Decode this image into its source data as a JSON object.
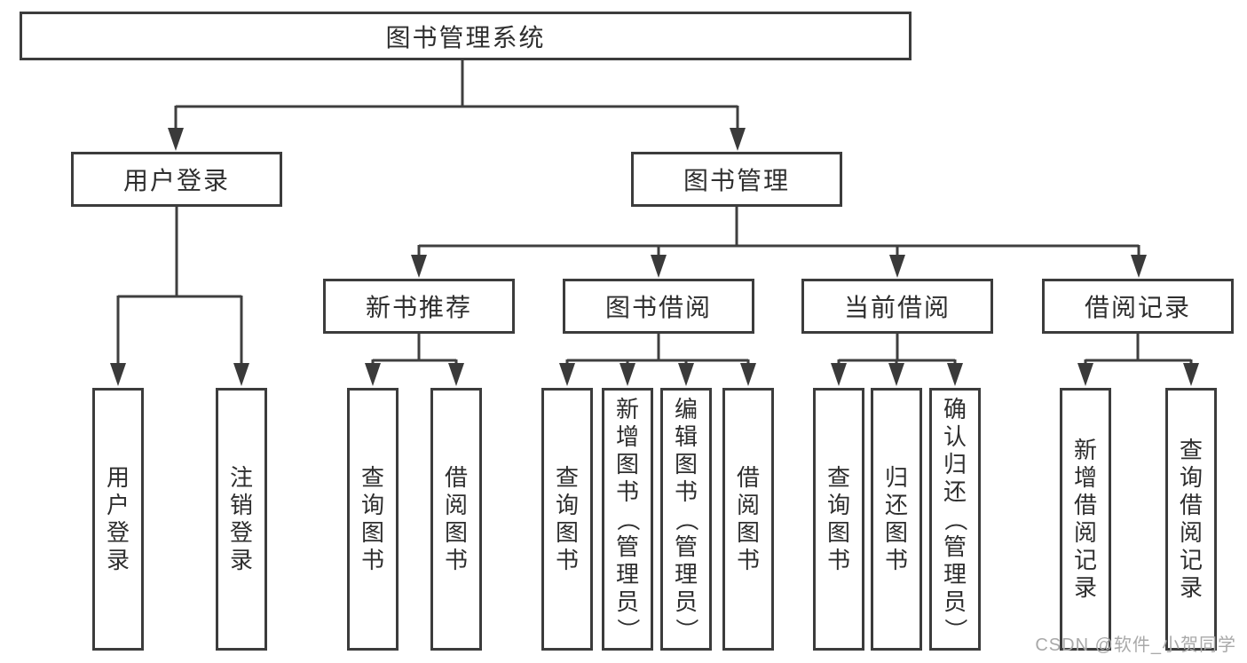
{
  "nodes": {
    "root": {
      "label": "图书管理系统"
    },
    "level2": [
      {
        "label": "用户登录"
      },
      {
        "label": "图书管理"
      }
    ],
    "level3": [
      {
        "label": "新书推荐"
      },
      {
        "label": "图书借阅"
      },
      {
        "label": "当前借阅"
      },
      {
        "label": "借阅记录"
      }
    ],
    "leaves": [
      {
        "label": "用户登录"
      },
      {
        "label": "注销登录"
      },
      {
        "label": "查询图书"
      },
      {
        "label": "借阅图书"
      },
      {
        "label": "查询图书"
      },
      {
        "label": "新增图书（管理员）"
      },
      {
        "label": "编辑图书（管理员）"
      },
      {
        "label": "借阅图书"
      },
      {
        "label": "查询图书"
      },
      {
        "label": "归还图书"
      },
      {
        "label": "确认归还（管理员）"
      },
      {
        "label": "新增借阅记录"
      },
      {
        "label": "查询借阅记录"
      }
    ]
  },
  "watermark": "CSDN @软件_小贺同学",
  "colors": {
    "line": "#3f3f3f",
    "text": "#2e2e2e",
    "watermark": "#a9a9a9",
    "background": "#ffffff"
  }
}
